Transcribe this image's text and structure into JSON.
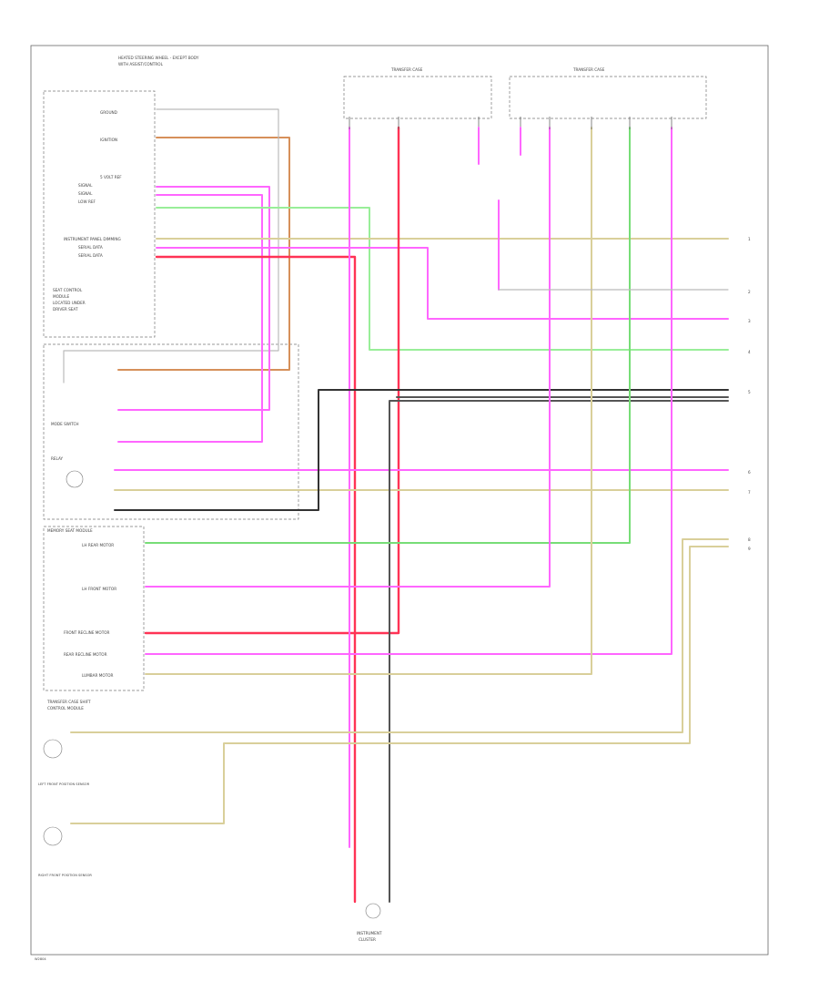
{
  "diagram": {
    "header_lines": [
      "HEATED STEERING WHEEL - EXCEPT BODY",
      "WITH ASSIST/CONTROL"
    ],
    "left_module_label": [
      "SEAT CONTROL",
      "MODULE",
      "LOCATED UNDER",
      "DRIVER SEAT"
    ],
    "left_connector_labels": [
      "GROUND",
      "IGNITION",
      "5 VOLT REF",
      "SIGNAL",
      "SIGNAL",
      "LOW REF",
      "INSTRUMENT PANEL DIMMING",
      "SERIAL DATA",
      "SERIAL DATA"
    ],
    "mid_switch_labels": [
      "MODE SWITCH",
      "RELAY"
    ],
    "lower_module_label": "MEMORY SEAT MODULE",
    "lower_connector_labels": [
      "LH REAR MOTOR",
      "LH FRONT MOTOR",
      "FRONT RECLINE MOTOR",
      "REAR RECLINE MOTOR",
      "LUMBAR MOTOR"
    ],
    "bottom_left_labels": [
      "TRANSFER CASE SHIFT",
      "CONTROL MODULE"
    ],
    "motor_labels": [
      "LEFT FRONT POSITION SENSOR",
      "RIGHT FRONT POSITION SENSOR"
    ],
    "top_box_labels": [
      "TRANSFER CASE",
      "TRANSFER CASE"
    ],
    "right_row_numbers": [
      "1",
      "2",
      "3",
      "4",
      "5",
      "6",
      "7",
      "8",
      "9"
    ],
    "bottom_label": [
      "INSTRUMENT",
      "CLUSTER"
    ],
    "footer_code": "W2804"
  }
}
